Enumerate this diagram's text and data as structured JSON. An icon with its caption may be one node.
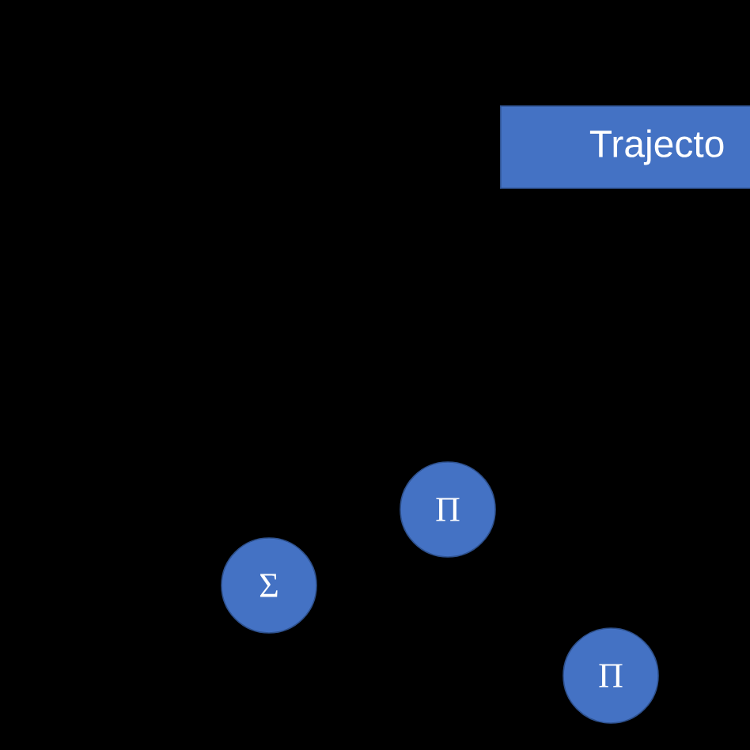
{
  "diagram": {
    "nodes": [
      {
        "text": [
          "Trajecto"
        ]
      },
      {
        "text": [
          "Π"
        ]
      },
      {
        "text": [
          "Σ"
        ]
      },
      {
        "text": [
          "Π"
        ]
      }
    ]
  }
}
